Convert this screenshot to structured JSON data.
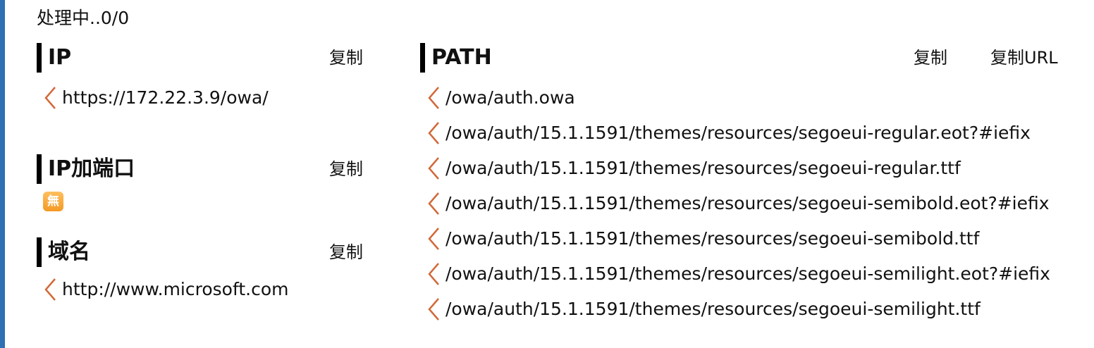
{
  "status": "处理中..0/0",
  "colors": {
    "accent_chevron": "#d2693a",
    "edge": "#2f6fb3",
    "badge": "#f5a433"
  },
  "left": {
    "ip": {
      "title": "IP",
      "copy_label": "复制",
      "items": [
        "https://172.22.3.9/owa/"
      ]
    },
    "ip_port": {
      "title": "IP加端口",
      "copy_label": "复制",
      "empty_badge": "無"
    },
    "domain": {
      "title": "域名",
      "copy_label": "复制",
      "items": [
        "http://www.microsoft.com"
      ]
    }
  },
  "path": {
    "title": "PATH",
    "copy_label": "复制",
    "copy_url_label": "复制URL",
    "items": [
      "/owa/auth.owa",
      "/owa/auth/15.1.1591/themes/resources/segoeui-regular.eot?#iefix",
      "/owa/auth/15.1.1591/themes/resources/segoeui-regular.ttf",
      "/owa/auth/15.1.1591/themes/resources/segoeui-semibold.eot?#iefix",
      "/owa/auth/15.1.1591/themes/resources/segoeui-semibold.ttf",
      "/owa/auth/15.1.1591/themes/resources/segoeui-semilight.eot?#iefix",
      "/owa/auth/15.1.1591/themes/resources/segoeui-semilight.ttf"
    ]
  }
}
